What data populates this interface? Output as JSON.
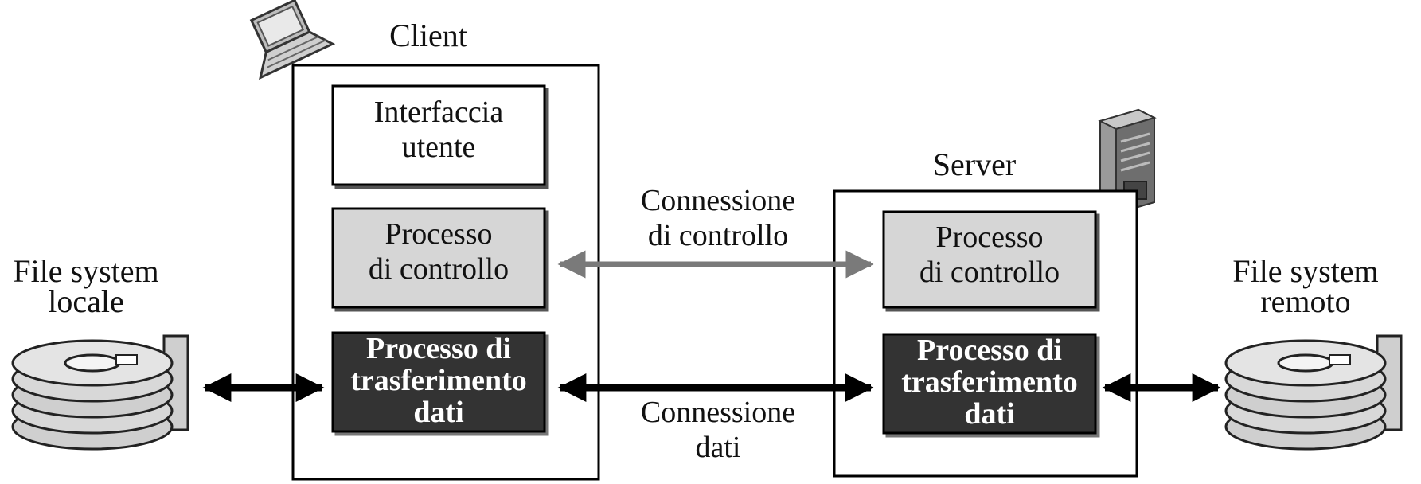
{
  "client": {
    "title": "Client",
    "ui_box": {
      "line1": "Interfaccia",
      "line2": "utente"
    },
    "control_box": {
      "line1": "Processo",
      "line2": "di controllo"
    },
    "transfer_box": {
      "line1": "Processo di",
      "line2": "trasferimento",
      "line3": "dati"
    }
  },
  "server": {
    "title": "Server",
    "control_box": {
      "line1": "Processo",
      "line2": "di controllo"
    },
    "transfer_box": {
      "line1": "Processo di",
      "line2": "trasferimento",
      "line3": "dati"
    }
  },
  "connections": {
    "control": {
      "line1": "Connessione",
      "line2": "di controllo"
    },
    "data": {
      "line1": "Connessione",
      "line2": "dati"
    }
  },
  "filesystems": {
    "local": {
      "line1": "File system",
      "line2": "locale"
    },
    "remote": {
      "line1": "File system",
      "line2": "remoto"
    }
  },
  "icons": {
    "client": "laptop-icon",
    "server": "server-tower-icon",
    "local_fs": "disk-stack-icon",
    "remote_fs": "disk-stack-icon"
  },
  "colors": {
    "control_box_fill": "#d6d6d6",
    "transfer_box_fill": "#333333",
    "control_arrow": "#7a7a7a",
    "data_arrow": "#000000"
  }
}
